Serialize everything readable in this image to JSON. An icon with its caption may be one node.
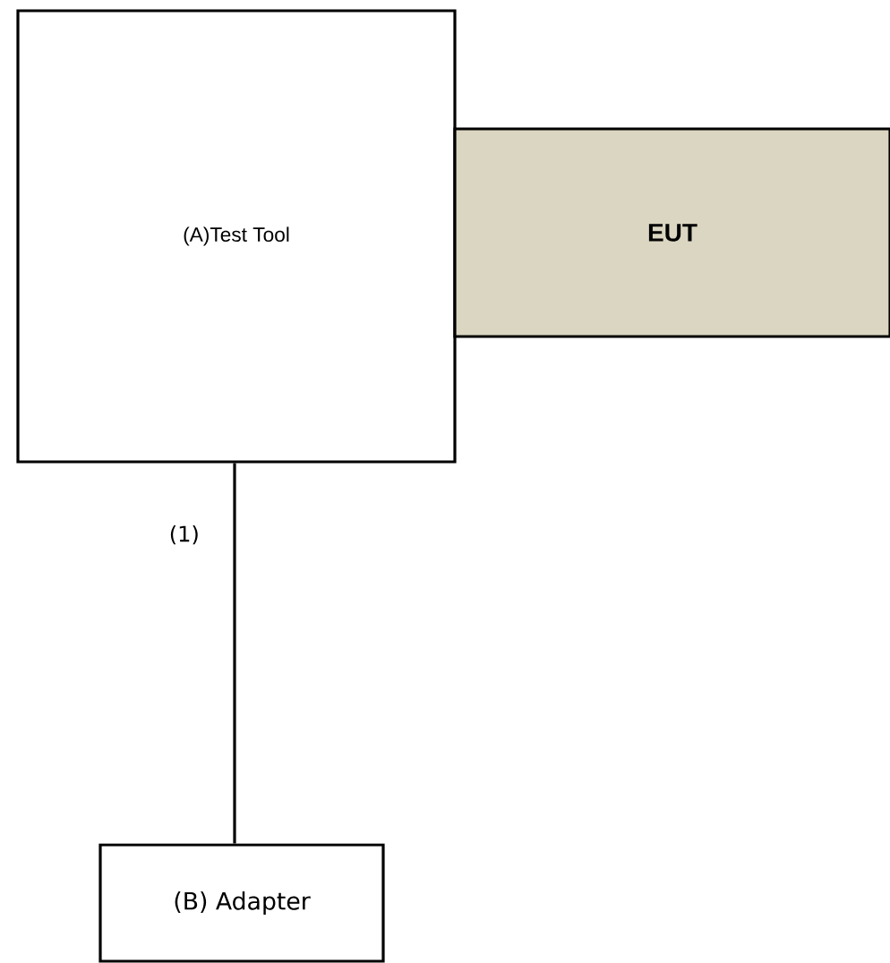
{
  "diagram": {
    "nodes": [
      {
        "text": [
          "(A)Test Tool"
        ]
      },
      {
        "text": [
          "EUT"
        ]
      },
      {
        "text": [
          "(B) Adapter"
        ]
      }
    ],
    "edges": [
      {
        "from": 0,
        "to": 2,
        "arrow": "none",
        "label": "(1)"
      }
    ]
  }
}
